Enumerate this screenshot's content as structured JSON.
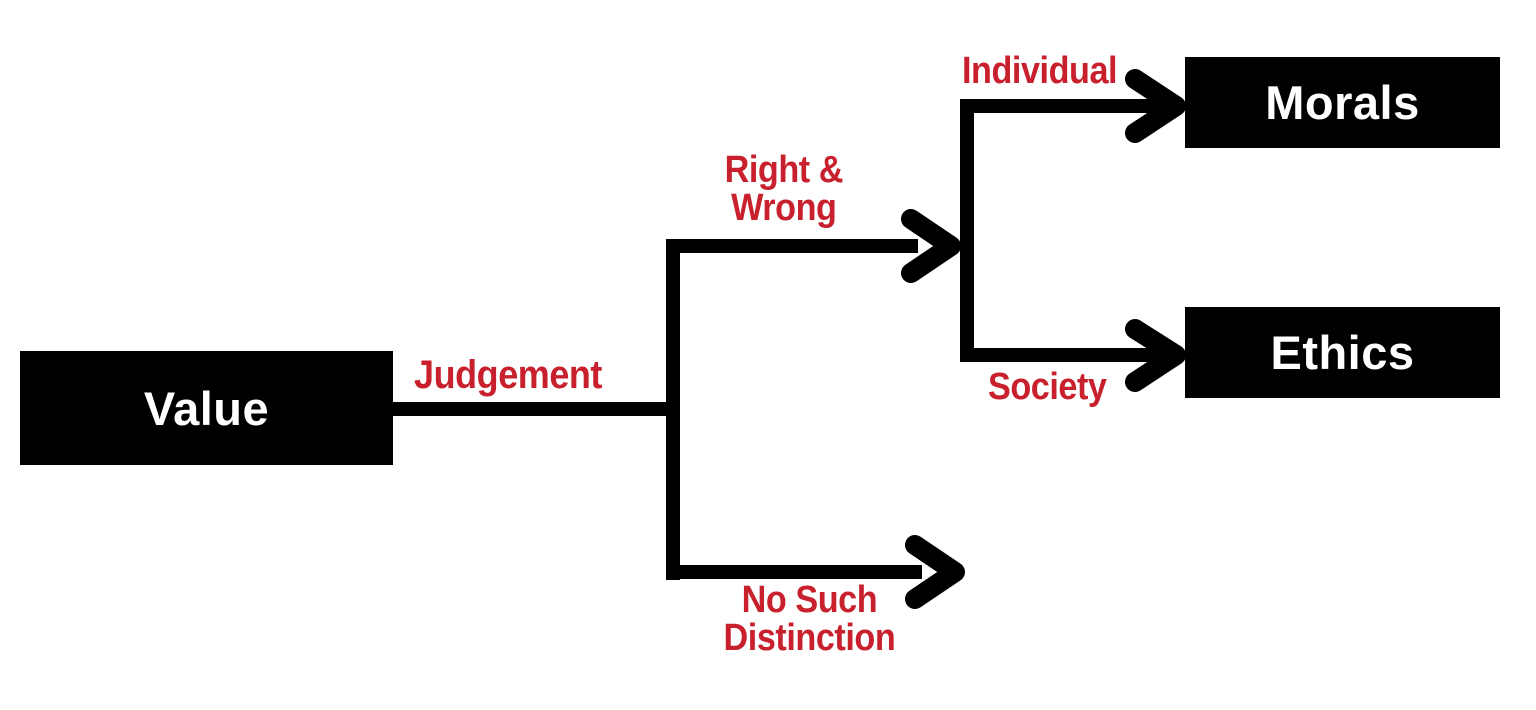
{
  "diagram": {
    "type": "flowchart-tree",
    "title": "Value → Morals / Ethics decision tree",
    "colors": {
      "node_fill": "#000000",
      "node_text": "#ffffff",
      "edge_line": "#000000",
      "edge_label": "#C8202C",
      "background": "#ffffff"
    },
    "nodes": [
      {
        "id": "value",
        "label": "Value",
        "role": "root"
      },
      {
        "id": "morals",
        "label": "Morals",
        "role": "leaf"
      },
      {
        "id": "ethics",
        "label": "Ethics",
        "role": "leaf"
      }
    ],
    "edges": [
      {
        "id": "e-judgement",
        "from": "value",
        "to": "split-1",
        "label": "Judgement"
      },
      {
        "id": "e-right-wrong",
        "from": "split-1",
        "to": "split-2",
        "label": "Right &\nWrong"
      },
      {
        "id": "e-no-such",
        "from": "split-1",
        "to": "",
        "label": "No Such\nDistinction"
      },
      {
        "id": "e-individual",
        "from": "split-2",
        "to": "morals",
        "label": "Individual"
      },
      {
        "id": "e-society",
        "from": "split-2",
        "to": "ethics",
        "label": "Society"
      }
    ],
    "labels": {
      "judgement": "Judgement",
      "right_wrong": "Right &\nWrong",
      "individual": "Individual",
      "society": "Society",
      "no_such_distinction": "No Such\nDistinction"
    }
  }
}
